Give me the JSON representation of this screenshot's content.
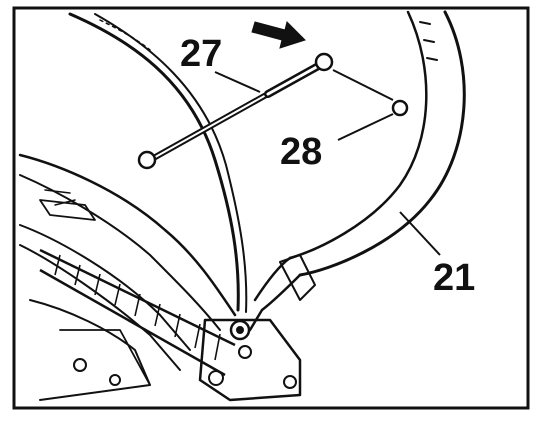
{
  "colors": {
    "ink": "#111111",
    "paper": "#ffffff"
  },
  "icons": {
    "direction_arrow": "arrow-icon"
  },
  "callouts": {
    "c27": "27",
    "c28": "28",
    "c21": "21"
  }
}
